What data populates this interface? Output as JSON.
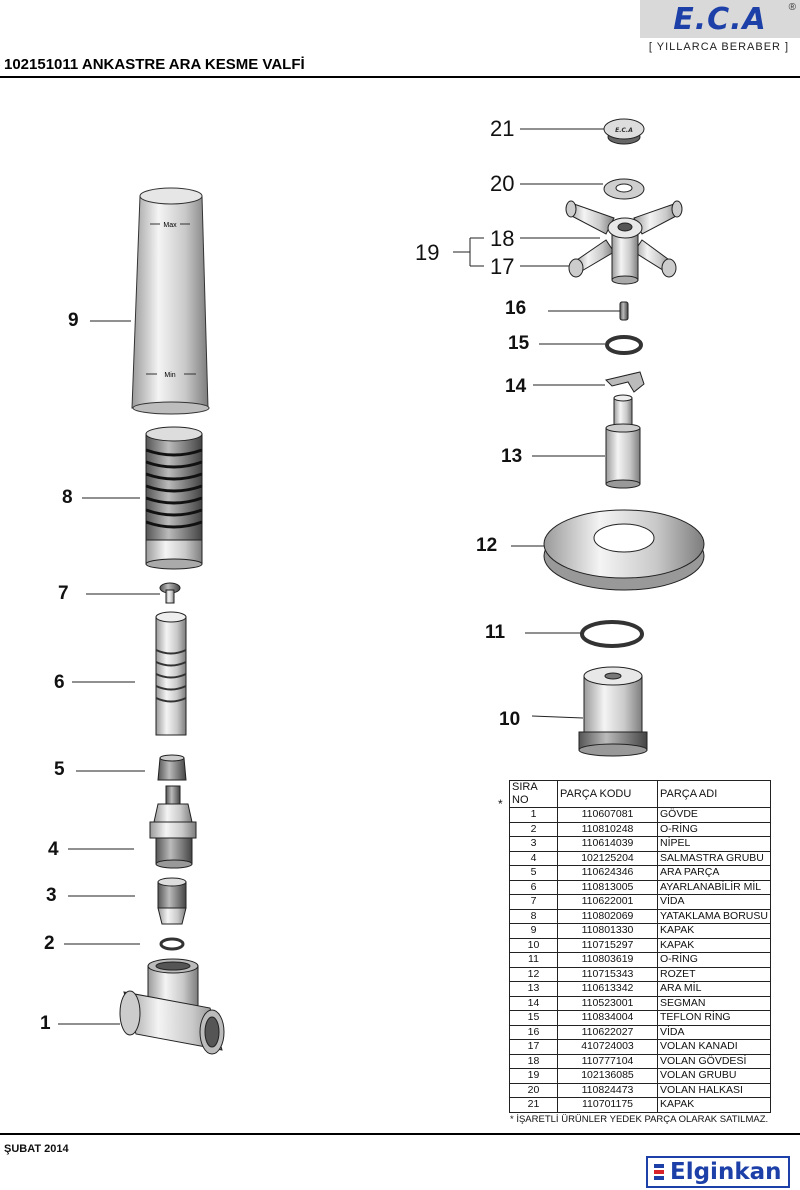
{
  "header": {
    "logo_text": "E.C.A",
    "logo_reg": "®",
    "slogan": "[ YILLARCA BERABER ]",
    "title": "102151011 ANKASTRE ARA KESME VALFİ"
  },
  "callouts": {
    "c1": "1",
    "c2": "2",
    "c3": "3",
    "c4": "4",
    "c5": "5",
    "c6": "6",
    "c7": "7",
    "c8": "8",
    "c9": "9",
    "c10": "10",
    "c11": "11",
    "c12": "12",
    "c13": "13",
    "c14": "14",
    "c15": "15",
    "c16": "16",
    "c17": "17",
    "c18": "18",
    "c19": "19",
    "c20": "20",
    "c21": "21"
  },
  "table": {
    "headers": [
      "SIRA NO",
      "PARÇA KODU",
      "PARÇA ADI"
    ],
    "rows": [
      [
        "1",
        "110607081",
        "GÖVDE"
      ],
      [
        "2",
        "110810248",
        "O-RİNG"
      ],
      [
        "3",
        "110614039",
        "NİPEL"
      ],
      [
        "4",
        "102125204",
        "SALMASTRA GRUBU"
      ],
      [
        "5",
        "110624346",
        "ARA PARÇA"
      ],
      [
        "6",
        "110813005",
        "AYARLANABİLİR MİL"
      ],
      [
        "7",
        "110622001",
        "VİDA"
      ],
      [
        "8",
        "110802069",
        "YATAKLAMA BORUSU"
      ],
      [
        "9",
        "110801330",
        "KAPAK"
      ],
      [
        "10",
        "110715297",
        "KAPAK"
      ],
      [
        "11",
        "110803619",
        "O-RİNG"
      ],
      [
        "12",
        "110715343",
        "ROZET"
      ],
      [
        "13",
        "110613342",
        "ARA MİL"
      ],
      [
        "14",
        "110523001",
        "SEGMAN"
      ],
      [
        "15",
        "110834004",
        "TEFLON RİNG"
      ],
      [
        "16",
        "110622027",
        "VİDA"
      ],
      [
        "17",
        "410724003",
        "VOLAN KANADI"
      ],
      [
        "18",
        "110777104",
        "VOLAN GÖVDESİ"
      ],
      [
        "19",
        "102136085",
        "VOLAN GRUBU"
      ],
      [
        "20",
        "110824473",
        "VOLAN HALKASI"
      ],
      [
        "21",
        "110701175",
        "KAPAK"
      ]
    ],
    "star_mark": "*"
  },
  "part9_labels": {
    "max": "Max",
    "min": "Min"
  },
  "part21_logo": "E.C.A",
  "footnote": "* İŞARETLİ ÜRÜNLER YEDEK PARÇA OLARAK SATILMAZ.",
  "date": "ŞUBAT 2014",
  "brand": "Elginkan",
  "colors": {
    "brand_blue": "#1c3fa8",
    "brand_red": "#d8232a",
    "logo_gray": "#d9d9d9"
  }
}
